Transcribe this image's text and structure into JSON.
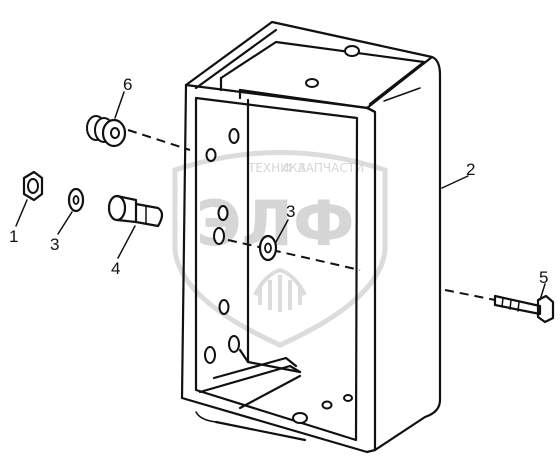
{
  "watermark": {
    "top_text": "ТЕХНИКА",
    "right_text": "ЗАПЧАСТИ",
    "logo_text": "ЭЛФ"
  },
  "callouts": [
    {
      "id": "callout-1",
      "label": "1"
    },
    {
      "id": "callout-2",
      "label": "2"
    },
    {
      "id": "callout-3a",
      "label": "3"
    },
    {
      "id": "callout-3b",
      "label": "3"
    },
    {
      "id": "callout-4",
      "label": "4"
    },
    {
      "id": "callout-5",
      "label": "5"
    },
    {
      "id": "callout-6",
      "label": "6"
    }
  ]
}
